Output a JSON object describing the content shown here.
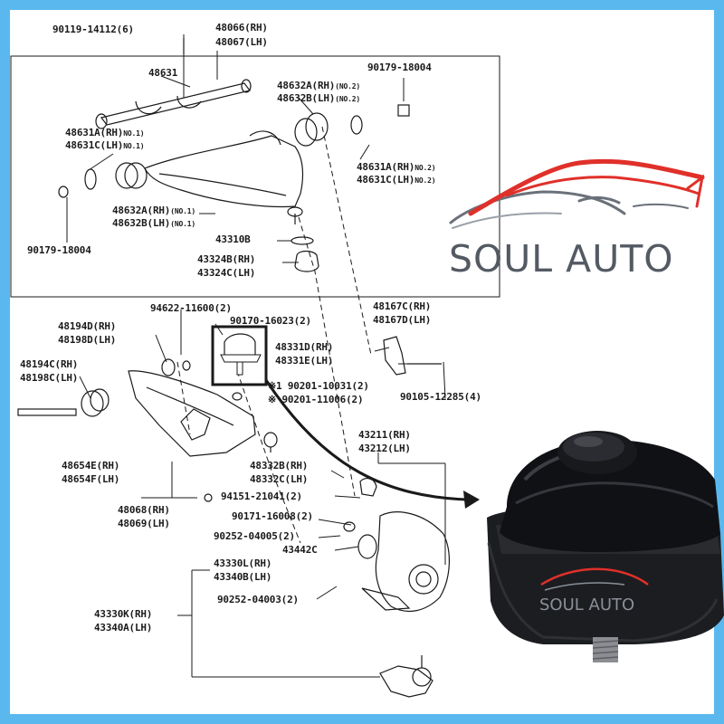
{
  "brand": {
    "name": "SOUL AUTO",
    "accent": "#e0302a",
    "text_color": "#545a63"
  },
  "colors": {
    "background": "#5ab8ee",
    "panel": "#ffffff",
    "ink": "#1a1a1a"
  },
  "labels": {
    "p1": "90119-14112(6)",
    "p2a": "48066(RH)",
    "p2b": "48067(LH)",
    "p3": "48631",
    "p4a": "48632A(RH)",
    "p4a_s": "(NO.2)",
    "p4b": "48632B(LH)",
    "p4b_s": "(NO.2)",
    "p5": "90179-18004",
    "p6a": "48631A(RH)",
    "p6a_s": "NO.1)",
    "p6b": "48631C(LH)",
    "p6b_s": "NO.1)",
    "p7a": "48631A(RH)",
    "p7a_s": "NO.2)",
    "p7b": "48631C(LH)",
    "p7b_s": "NO.2)",
    "p8a": "48632A(RH)",
    "p8a_s": "(NO.1)",
    "p8b": "48632B(LH)",
    "p8b_s": "(NO.1)",
    "p9": "90179-18004",
    "p10": "43310B",
    "p11a": "43324B(RH)",
    "p11b": "43324C(LH)",
    "p12": "94622-11600(2)",
    "p13": "90170-16023(2)",
    "p14a": "48194D(RH)",
    "p14b": "48198D(LH)",
    "p15a": "48331D(RH)",
    "p15b": "48331E(LH)",
    "p16a": "48167C(RH)",
    "p16b": "48167D(LH)",
    "p17a": "48194C(RH)",
    "p17b": "48198C(LH)",
    "p18a": "90201-10031(2)",
    "p18b": "90201-11006(2)",
    "p19": "90105-12285(4)",
    "p20a": "43211(RH)",
    "p20b": "43212(LH)",
    "p21a": "48654E(RH)",
    "p21b": "48654F(LH)",
    "p22a": "48332B(RH)",
    "p22b": "48332C(LH)",
    "p23a": "48068(RH)",
    "p23b": "48069(LH)",
    "p24": "94151-21041(2)",
    "p25": "90171-16008(2)",
    "p26": "90252-04005(2)",
    "p27": "43442C",
    "p28a": "43330L(RH)",
    "p28b": "43340B(LH)",
    "p29": "90252-04003(2)",
    "p30a": "43330K(RH)",
    "p30b": "43340A(LH)"
  }
}
